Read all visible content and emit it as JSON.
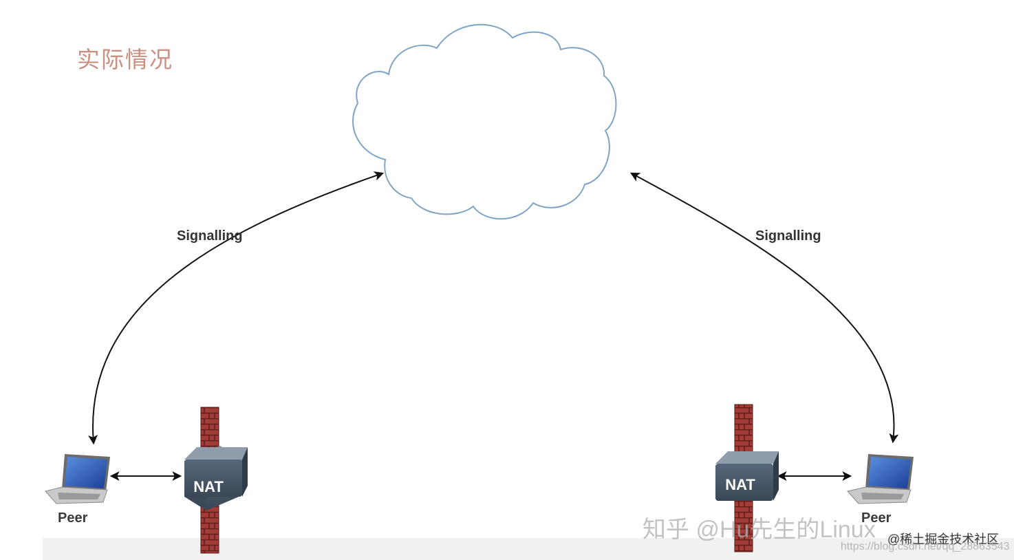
{
  "diagram": {
    "title": "实际情况",
    "edges": {
      "left_signalling": "Signalling",
      "right_signalling": "Signalling"
    },
    "nodes": {
      "left_peer": "Peer",
      "right_peer": "Peer",
      "left_nat": "NAT",
      "right_nat": "NAT"
    }
  },
  "watermarks": {
    "zhihu": "知乎 @Hu先生的Linux",
    "site": "@稀土掘金技术社区",
    "url": "https://blog.csdn.net/qq_28863543"
  },
  "colors": {
    "cloud_stroke": "#7fa3c6",
    "firewall_brick": "#a23a36",
    "nat_box": "#4b5b6c",
    "arrow": "#111111",
    "title": "#c99080"
  }
}
